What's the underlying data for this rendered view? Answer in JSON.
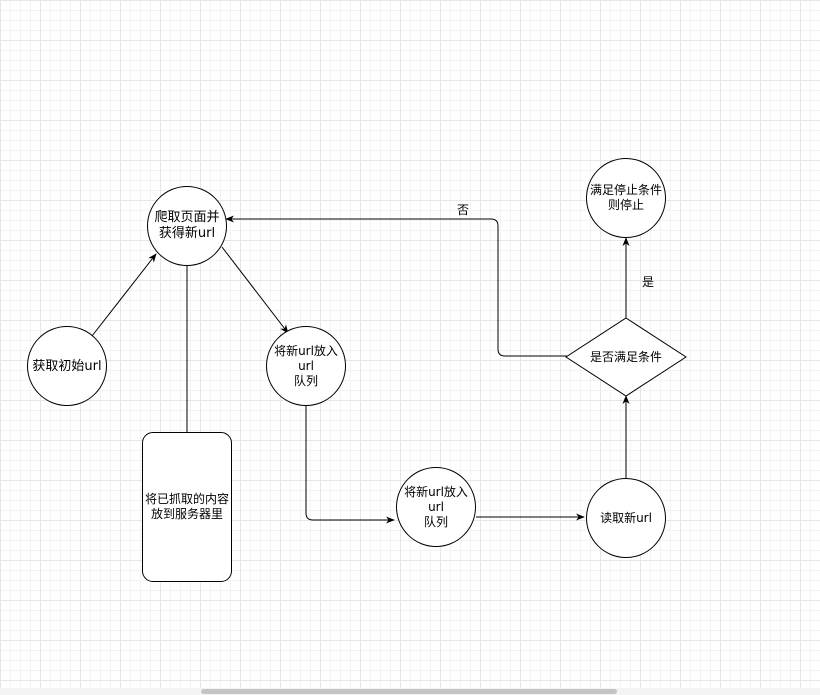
{
  "nodes": {
    "crawl_page": "爬取页面并\n获得新url",
    "get_initial_url": "获取初始url",
    "put_queue_1": "将新url放入url\n队列",
    "save_content": "将已抓取的内容\n放到服务器里",
    "put_queue_2": "将新url放入url\n队列",
    "read_new_url": "读取新url",
    "check_condition": "是否满足条件",
    "stop": "满足停止条件\n则停止"
  },
  "edge_labels": {
    "no": "否",
    "yes": "是"
  },
  "colors": {
    "stroke": "#000000",
    "grid_major": "#e6e6e6",
    "grid_minor": "#f3f3f3"
  }
}
